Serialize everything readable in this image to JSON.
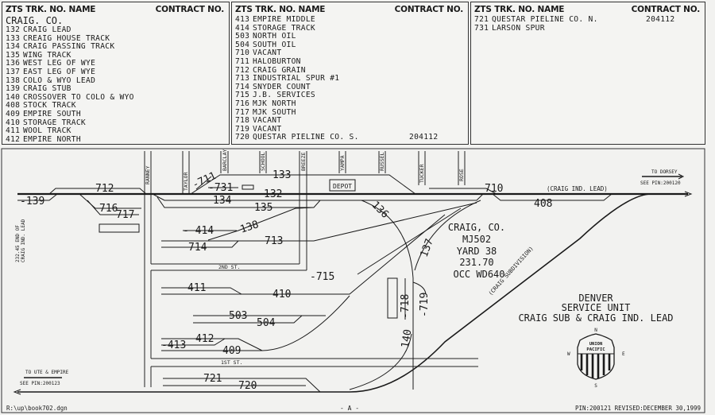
{
  "header": {
    "col_ztsname": "ZTS TRK. NO. NAME",
    "col_contract": "CONTRACT NO."
  },
  "panels": [
    {
      "subtitle": "CRAIG. CO.",
      "rows": [
        {
          "no": "132",
          "name": "CRAIG LEAD",
          "contract": ""
        },
        {
          "no": "133",
          "name": "CREAIG HOUSE TRACK",
          "contract": ""
        },
        {
          "no": "134",
          "name": "CRAIG PASSING TRACK",
          "contract": ""
        },
        {
          "no": "135",
          "name": "WING TRACK",
          "contract": ""
        },
        {
          "no": "136",
          "name": "WEST LEG OF WYE",
          "contract": ""
        },
        {
          "no": "137",
          "name": "EAST LEG OF WYE",
          "contract": ""
        },
        {
          "no": "138",
          "name": "COLO & WYO LEAD",
          "contract": ""
        },
        {
          "no": "139",
          "name": "CRAIG STUB",
          "contract": ""
        },
        {
          "no": "140",
          "name": "CROSSOVER TO COLO & WYO",
          "contract": ""
        },
        {
          "no": "408",
          "name": "STOCK TRACK",
          "contract": ""
        },
        {
          "no": "409",
          "name": "EMPIRE SOUTH",
          "contract": ""
        },
        {
          "no": "410",
          "name": "STORAGE TRACK",
          "contract": ""
        },
        {
          "no": "411",
          "name": "WOOL TRACK",
          "contract": ""
        },
        {
          "no": "412",
          "name": "EMPIRE NORTH",
          "contract": ""
        }
      ]
    },
    {
      "subtitle": "",
      "rows": [
        {
          "no": "413",
          "name": "EMPIRE MIDDLE",
          "contract": ""
        },
        {
          "no": "414",
          "name": "STORAGE TRACK",
          "contract": ""
        },
        {
          "no": "503",
          "name": "NORTH OIL",
          "contract": ""
        },
        {
          "no": "504",
          "name": "SOUTH OIL",
          "contract": ""
        },
        {
          "no": "710",
          "name": "VACANT",
          "contract": ""
        },
        {
          "no": "711",
          "name": "HALOBURTON",
          "contract": ""
        },
        {
          "no": "712",
          "name": "CRAIG GRAIN",
          "contract": ""
        },
        {
          "no": "713",
          "name": "INDUSTRIAL SPUR #1",
          "contract": ""
        },
        {
          "no": "714",
          "name": "SNYDER COUNT",
          "contract": ""
        },
        {
          "no": "715",
          "name": "J.B. SERVICES",
          "contract": ""
        },
        {
          "no": "716",
          "name": "MJK NORTH",
          "contract": ""
        },
        {
          "no": "717",
          "name": "MJK SOUTH",
          "contract": ""
        },
        {
          "no": "718",
          "name": "VACANT",
          "contract": ""
        },
        {
          "no": "719",
          "name": "VACANT",
          "contract": ""
        },
        {
          "no": "720",
          "name": "QUESTAR PIELINE CO. S.",
          "contract": "204112"
        }
      ]
    },
    {
      "subtitle": "",
      "rows": [
        {
          "no": "721",
          "name": "QUESTAR PIELINE CO. N.",
          "contract": "204112"
        },
        {
          "no": "731",
          "name": "LARSON SPUR",
          "contract": ""
        }
      ]
    }
  ],
  "diagram": {
    "tracks": {
      "t132": "132",
      "t133": "133",
      "t134": "134",
      "t135": "135",
      "t136": "136",
      "t137": "137",
      "t138": "138",
      "t139": "-139",
      "t140": "140",
      "t408": "408",
      "t409": "409",
      "t410": "410",
      "t411": "411",
      "t412": "412",
      "t413": "-413",
      "t414": "- 414",
      "t503": "503",
      "t504": "504",
      "t710": "710",
      "t711": "-711",
      "t712": "712",
      "t713": "713",
      "t714": "714",
      "t715": "-715",
      "t716": "716",
      "t717": "717",
      "t718": "-718",
      "t719": "-719",
      "t720": "720",
      "t721": "721",
      "t731": "-731"
    },
    "streets": {
      "ranney": "RANNEY",
      "taylor": "TAYLOR",
      "barclay": "BARCLAY",
      "school": "SCHOOL",
      "breeze": "BREEZE",
      "yampa": "YAMPA",
      "russel": "RUSSEL",
      "tucker": "TUCKER",
      "rose": "ROSE",
      "second": "2ND ST.",
      "first": "1ST ST."
    },
    "depot": "DEPOT",
    "ind_lead": "(CRAIG IND. LEAD)",
    "subdivision": "(CRAIG SUBDIVISION)",
    "to_dorsey": "TO DORSEY",
    "see_pin_dorsey": "SEE PIN:200120",
    "to_ute": "TO UTE & EMPIRE",
    "see_pin_ute": "SEE PIN:200123",
    "end_of_lead": [
      "232.45 END OF",
      "CRAIG IND. LEAD"
    ],
    "station_info": [
      "CRAIG, CO.",
      "MJ502",
      "YARD 38",
      "231.70",
      "OCC WD640"
    ],
    "title_block": [
      "DENVER",
      "SERVICE UNIT",
      "CRAIG SUB & CRAIG IND. LEAD"
    ],
    "logo_text": [
      "UNION",
      "PACIFIC"
    ],
    "compass": {
      "n": "N",
      "s": "S",
      "e": "E",
      "w": "W"
    }
  },
  "footer": {
    "file": "R:\\up\\book702.dgn",
    "sheet": "- A -",
    "pin": "PIN:200121 REVISED:DECEMBER 30,1999"
  }
}
